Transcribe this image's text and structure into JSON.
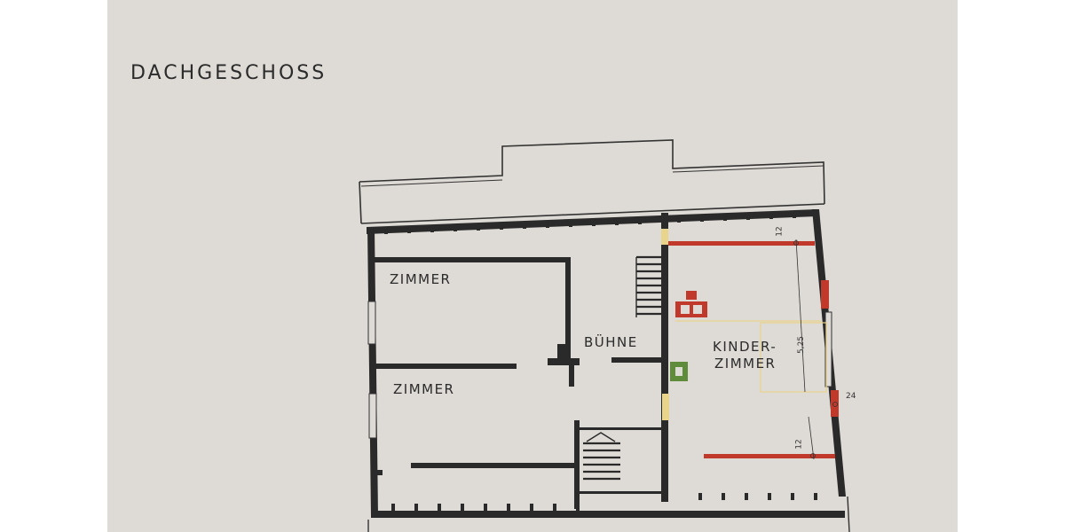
{
  "title": "DACHGESCHOSS",
  "rooms": {
    "zimmer_top": "ZIMMER",
    "zimmer_bottom": "ZIMMER",
    "buehne": "BÜHNE",
    "kinderzimmer_line1": "KINDER-",
    "kinderzimmer_line2": "ZIMMER"
  },
  "dimensions": {
    "top": "12",
    "depth": "5,25",
    "wall": "24",
    "bottom": "12"
  },
  "colors": {
    "paper": "#dedad5",
    "wall": "#2a2a2a",
    "new_wall": "#c0392b",
    "stove": "#c0392b",
    "chimney": "#5e8c3a",
    "yellow_mark": "#e8d48a"
  }
}
